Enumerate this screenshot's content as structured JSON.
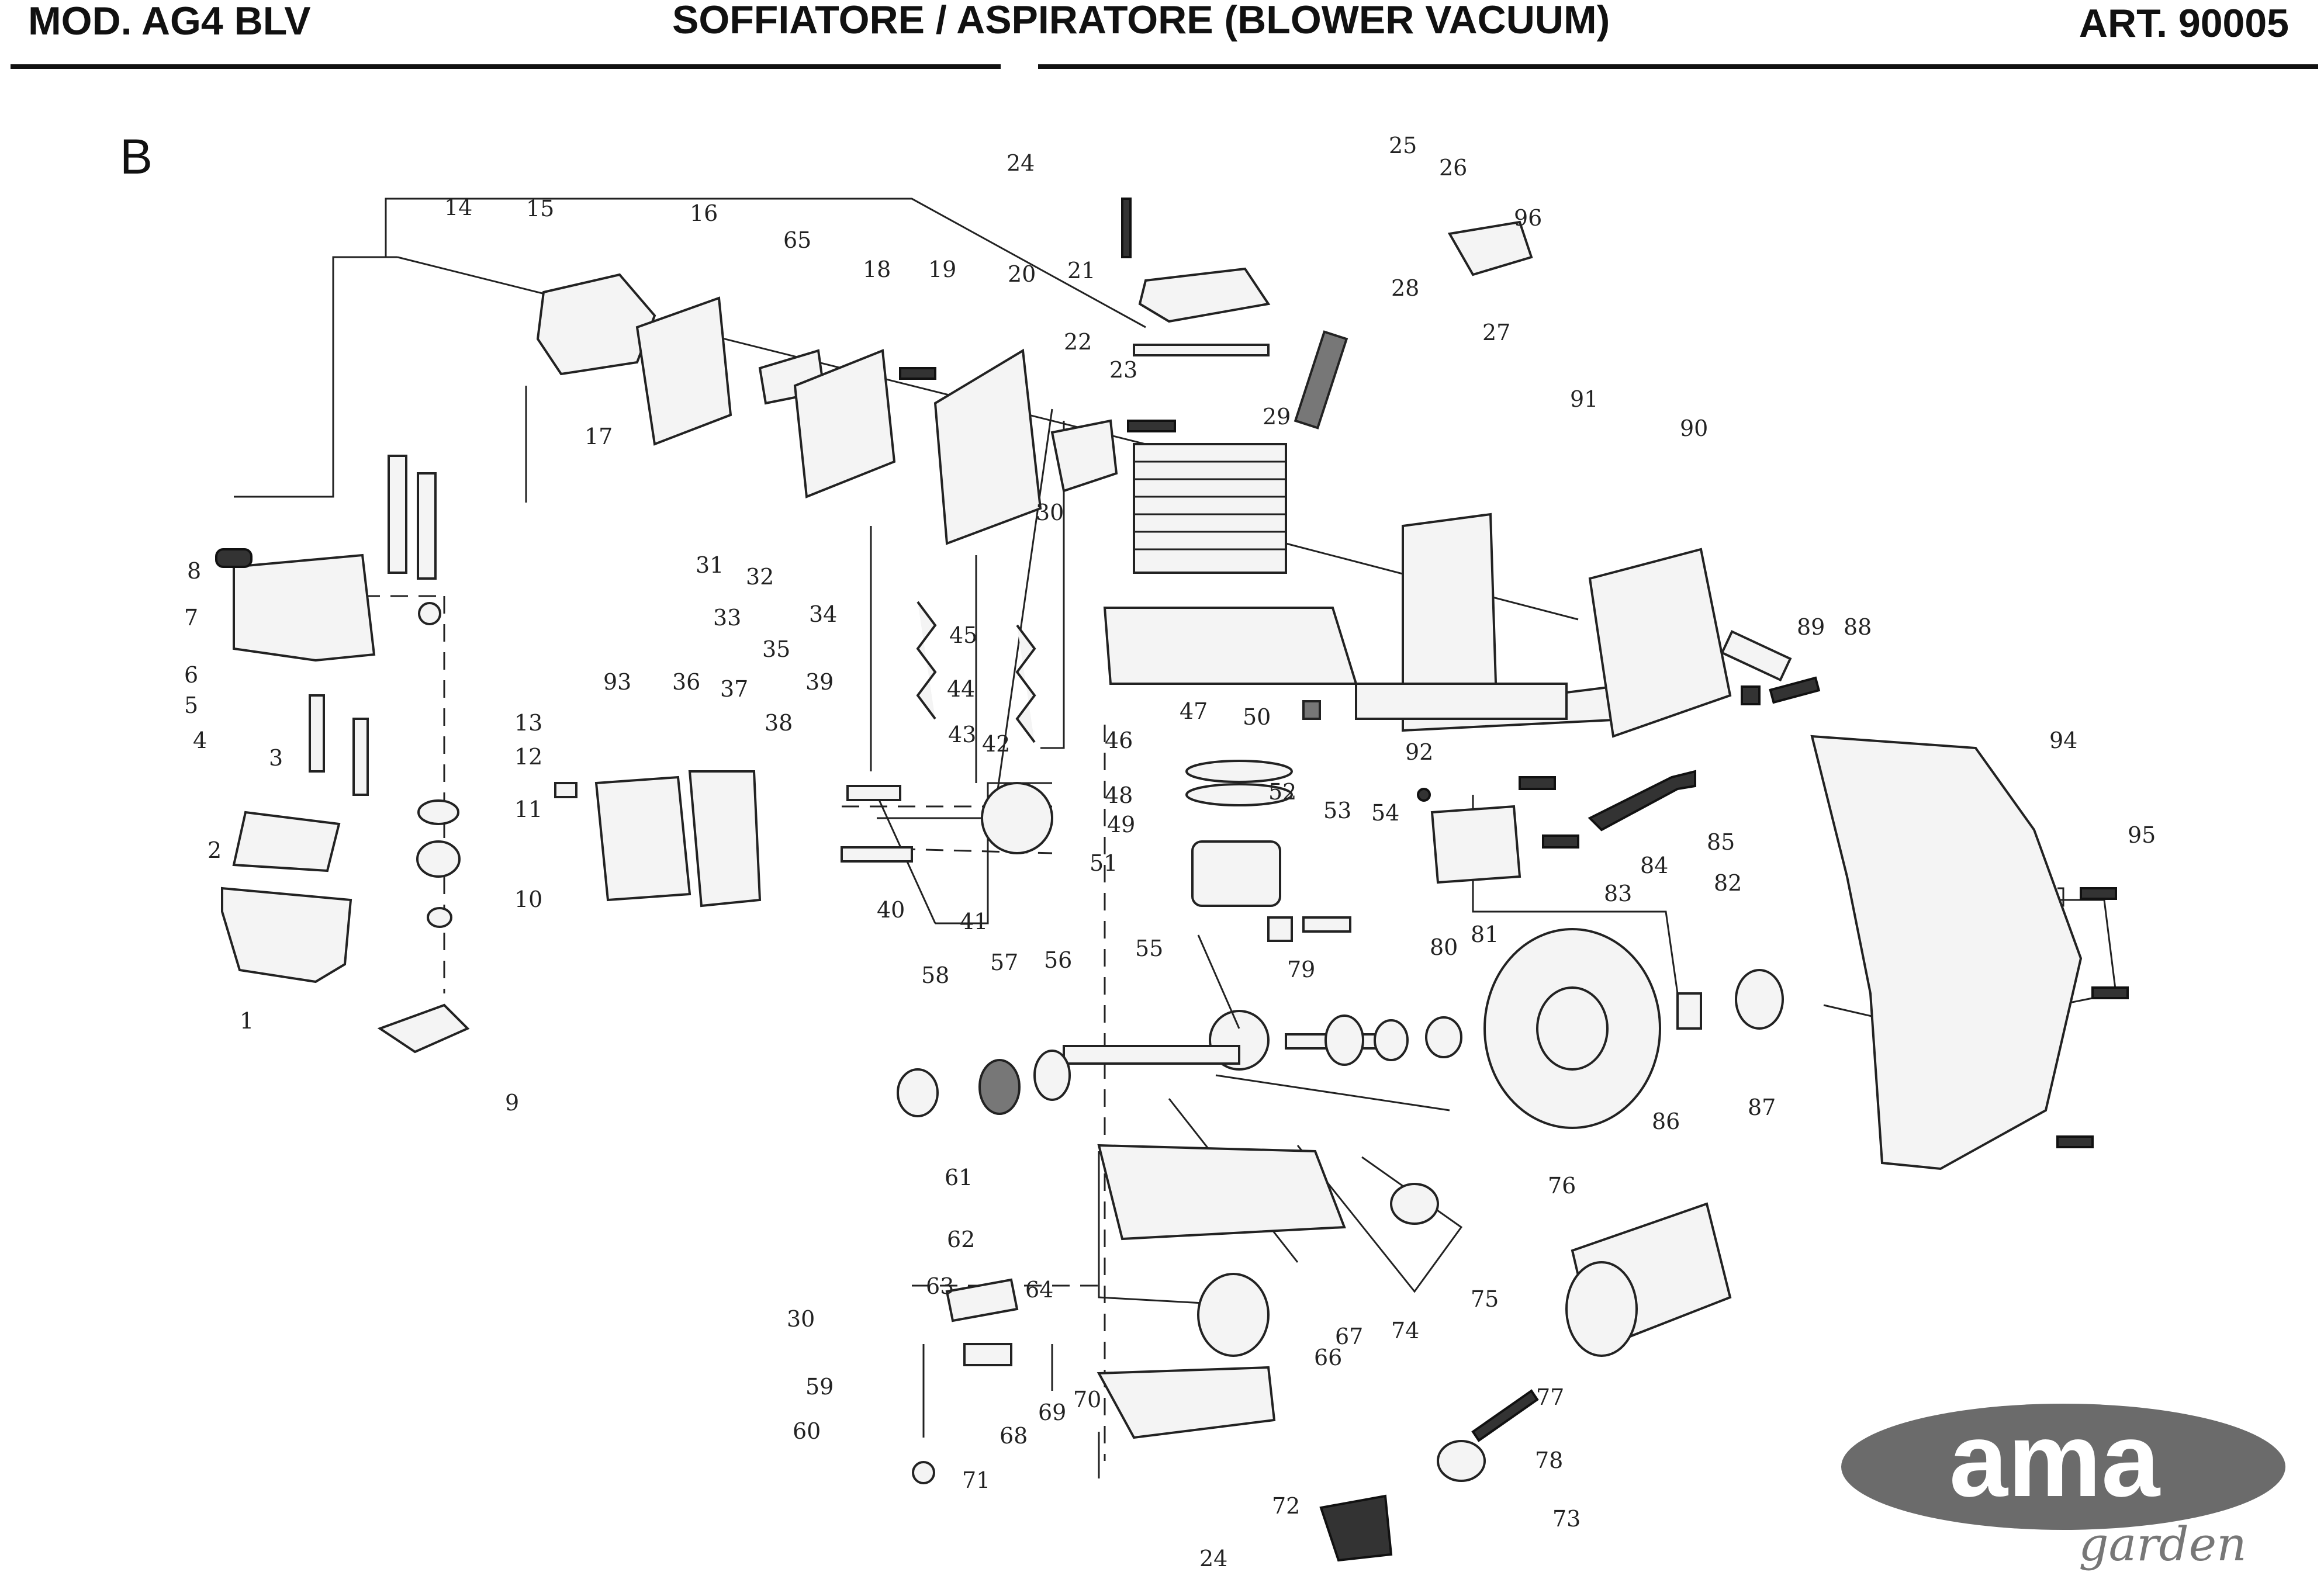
{
  "header": {
    "model": "MOD. AG4 BLV",
    "title": "SOFFIATORE / ASPIRATORE (BLOWER VACUUM)",
    "article": "ART. 90005"
  },
  "section_letter": "B",
  "logo": {
    "word": "ama",
    "script": "garden"
  },
  "callouts": [
    "1",
    "2",
    "3",
    "4",
    "5",
    "6",
    "7",
    "8",
    "9",
    "10",
    "11",
    "12",
    "13",
    "14",
    "15",
    "16",
    "17",
    "18",
    "19",
    "20",
    "21",
    "22",
    "23",
    "24",
    "25",
    "26",
    "27",
    "28",
    "29",
    "30",
    "31",
    "32",
    "33",
    "34",
    "35",
    "36",
    "37",
    "38",
    "39",
    "40",
    "41",
    "42",
    "43",
    "44",
    "45",
    "46",
    "47",
    "48",
    "49",
    "50",
    "51",
    "52",
    "53",
    "54",
    "55",
    "56",
    "57",
    "58",
    "59",
    "60",
    "61",
    "62",
    "63",
    "64",
    "65",
    "66",
    "67",
    "68",
    "69",
    "70",
    "71",
    "72",
    "73",
    "74",
    "75",
    "76",
    "77",
    "78",
    "79",
    "80",
    "81",
    "82",
    "83",
    "84",
    "85",
    "86",
    "87",
    "88",
    "89",
    "90",
    "91",
    "92",
    "93",
    "94",
    "95",
    "96"
  ],
  "callouts_repeat": {
    "24b": "24",
    "30b": "30"
  },
  "colors": {
    "ink": "#111111",
    "logo_oval": "#6b6b6b",
    "logo_text": "#ffffff"
  }
}
